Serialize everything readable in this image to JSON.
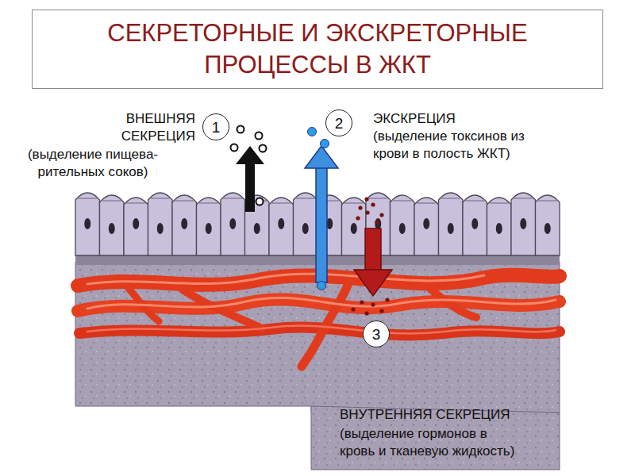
{
  "diagram": {
    "title": "СЕКРЕТОРНЫЕ И ЭКСКРЕТОРНЫЕ ПРОЦЕССЫ В ЖКТ",
    "nodes": [
      {
        "text": [
          "1"
        ]
      },
      {
        "text": [
          "2"
        ]
      },
      {
        "text": [
          "3"
        ]
      }
    ],
    "labels": [
      "ВНЕШНЯЯ СЕКРЕЦИЯ",
      "(выделение пищева- рительных соков)",
      "ЭКСКРЕЦИЯ",
      "(выделение токсинов из крови в полость ЖКТ)",
      "ВНУТРЕННЯЯ СЕКРЕЦИЯ",
      "(выделение гормонов в кровь и тканевую жидкость)"
    ]
  }
}
